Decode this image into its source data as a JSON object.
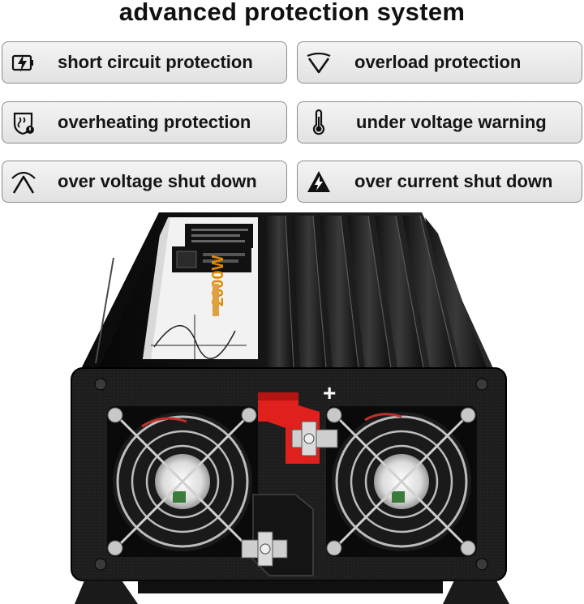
{
  "title": "advanced protection system",
  "features": [
    {
      "label": "short circuit protection",
      "icon": "battery-bolt-icon"
    },
    {
      "label": "overload protection",
      "icon": "chevron-down-icon"
    },
    {
      "label": "overheating protection",
      "icon": "shield-heat-icon"
    },
    {
      "label": "under voltage warning",
      "icon": "thermometer-icon"
    },
    {
      "label": "over voltage shut down",
      "icon": "up-arrow-arc-icon"
    },
    {
      "label": "over current shut down",
      "icon": "warning-bolt-icon"
    }
  ],
  "product": {
    "plus_mark": "+",
    "power_rating": "2000W"
  }
}
